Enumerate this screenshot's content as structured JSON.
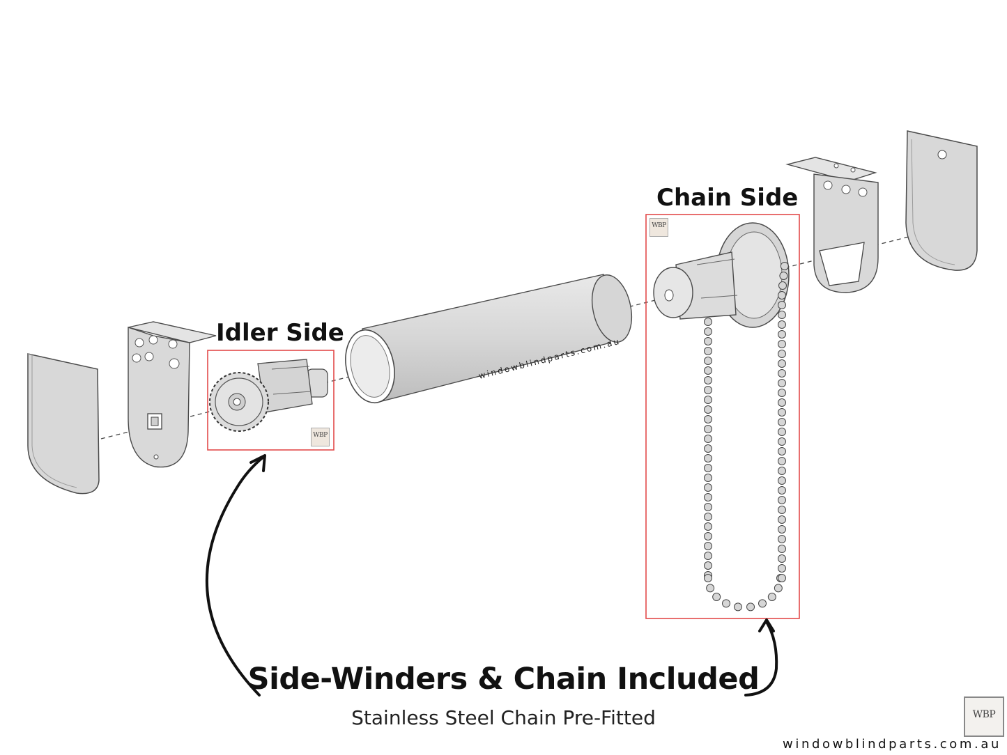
{
  "labels": {
    "idler_side": "Idler Side",
    "chain_side": "Chain Side"
  },
  "headline": "Side-Winders & Chain Included",
  "subheadline": "Stainless Steel Chain Pre-Fitted",
  "tube_watermark": "windowblindparts.com.au",
  "footer_url": "windowblindparts.com.au",
  "logo": {
    "text": "WBP"
  },
  "colors": {
    "highlight_box": "#e24a4a",
    "part_fill": "#d9d9d9",
    "part_stroke": "#555555",
    "arrow": "#111111"
  }
}
